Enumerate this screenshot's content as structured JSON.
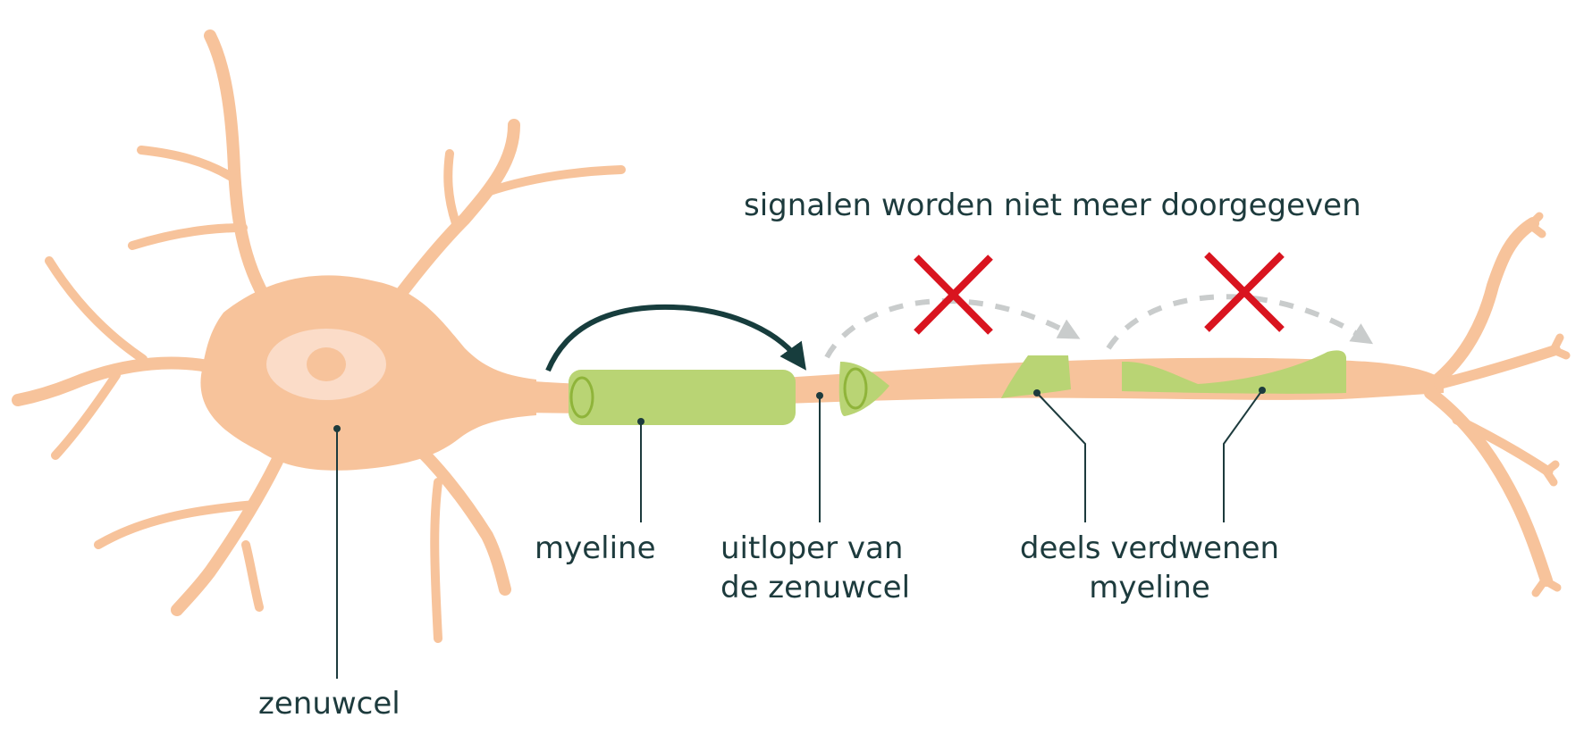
{
  "title": "signalen worden niet meer doorgegeven",
  "labels": {
    "cell": "zenuwcel",
    "myelin": "myeline",
    "axon_line1": "uitloper van",
    "axon_line2": "de zenuwcel",
    "damaged_line1": "deels verdwenen",
    "damaged_line2": "myeline"
  },
  "colors": {
    "neuron": "#f7c39b",
    "nucleus_outer": "#fbdcc8",
    "nucleus_inner": "#f7c39b",
    "myelin": "#b9d474",
    "myelin_edge": "#8fb43a",
    "text": "#1d3b3d",
    "signal_arrow": "#173d3d",
    "blocked_arrow": "#c9cccc",
    "cross": "#d9141f"
  },
  "icons": [
    "cross-icon",
    "cross-icon"
  ]
}
